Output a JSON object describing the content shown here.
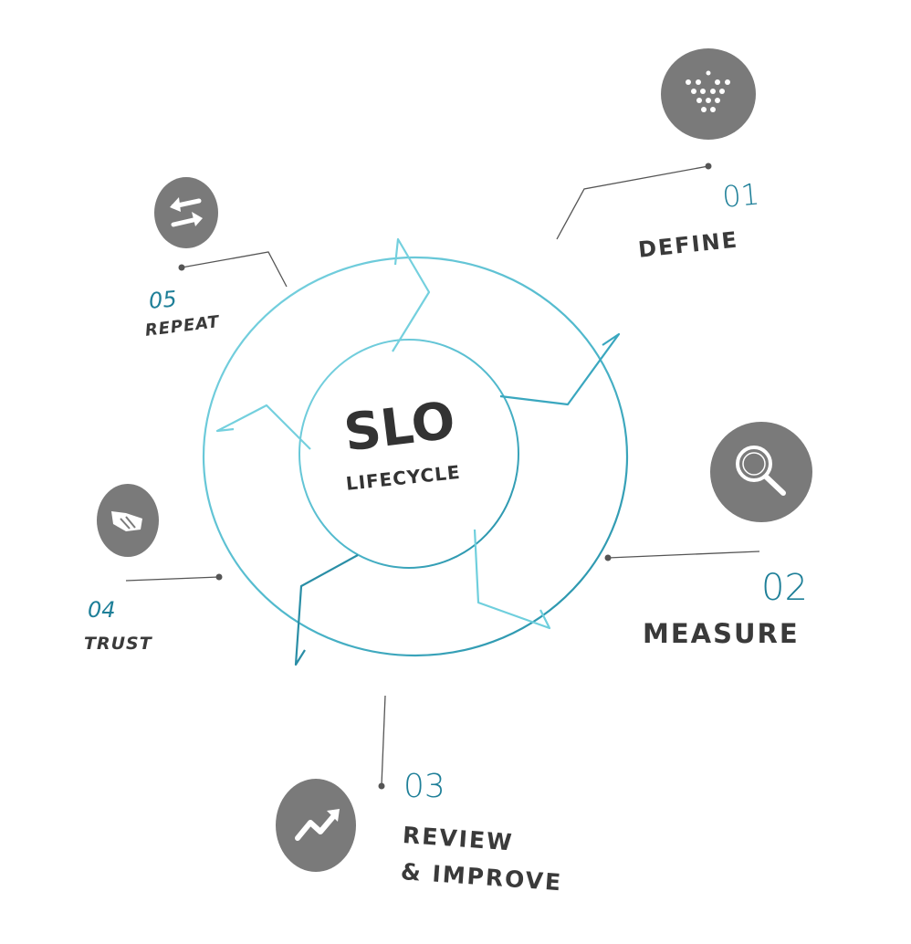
{
  "center": {
    "title": "SLO",
    "subtitle": "LIFECYCLE"
  },
  "steps": [
    {
      "number": "01",
      "title_lines": [
        "DEFINE"
      ],
      "icon": "funnel-dots-icon"
    },
    {
      "number": "02",
      "title_lines": [
        "MEASURE"
      ],
      "icon": "magnifier-icon"
    },
    {
      "number": "03",
      "title_lines": [
        "REVIEW",
        "& IMPROVE"
      ],
      "icon": "trend-up-icon"
    },
    {
      "number": "04",
      "title_lines": [
        "TRUST"
      ],
      "icon": "handshake-icon"
    },
    {
      "number": "05",
      "title_lines": [
        "REPEAT"
      ],
      "icon": "swap-arrows-icon"
    }
  ],
  "colors": {
    "ring_light": "#74d0de",
    "ring_dark": "#2a8ea6",
    "number": "#1e7f98",
    "title": "#3a3a3a",
    "icon_circle": "#7a7a7a",
    "icon_glyph": "#ffffff",
    "leader": "#555555"
  }
}
